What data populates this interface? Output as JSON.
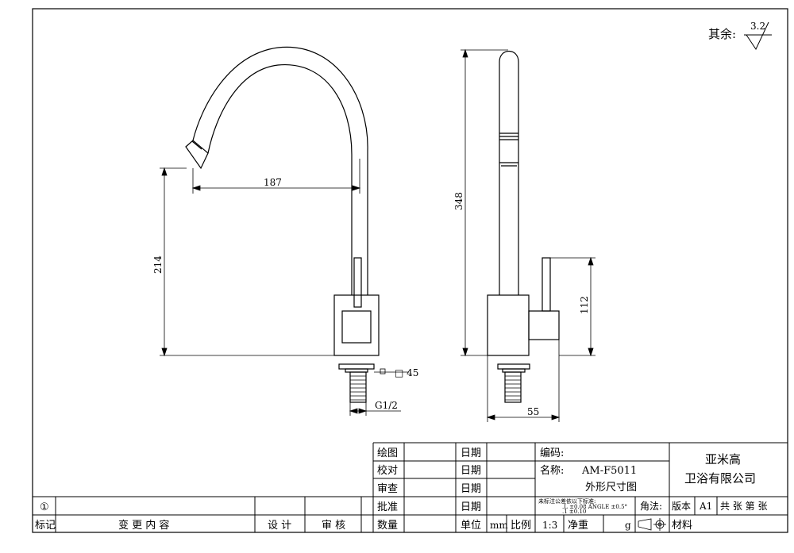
{
  "surface_finish": {
    "label": "其余:",
    "value": "3.2"
  },
  "dimensions": {
    "reach": "187",
    "spout_height": "214",
    "base_size": "□ 45",
    "thread": "G1/2",
    "total_height": "348",
    "handle_height": "112",
    "base_depth": "55"
  },
  "title_block": {
    "drawn": "绘图",
    "checked": "校对",
    "reviewed": "审查",
    "approved": "批准",
    "date": "日期",
    "code_label": "编码:",
    "name_label": "名称:",
    "model": "AM-F5011",
    "drawing_title": "外形尺寸图",
    "company_line1": "亚米高",
    "company_line2": "卫浴有限公司",
    "tolerance_note": "未标注公差依以下标准:",
    "tolerance_row1": ".L    ±0.08  ANGLE  ±0.5°",
    "tolerance_row2": ".1    ±0.10",
    "projection": "角法:",
    "version_label": "版本",
    "version": "A1",
    "sheets": "共   张 第   张",
    "revision_symbol": "①",
    "mark": "标记",
    "change_content": "变 更 内 容",
    "design": "设 计",
    "audit": "审 核",
    "quantity": "数量",
    "unit_label": "单位",
    "unit": "mm",
    "scale_label": "比例",
    "scale": "1:3",
    "net_weight": "净重",
    "weight_unit": "g",
    "material": "材料"
  }
}
